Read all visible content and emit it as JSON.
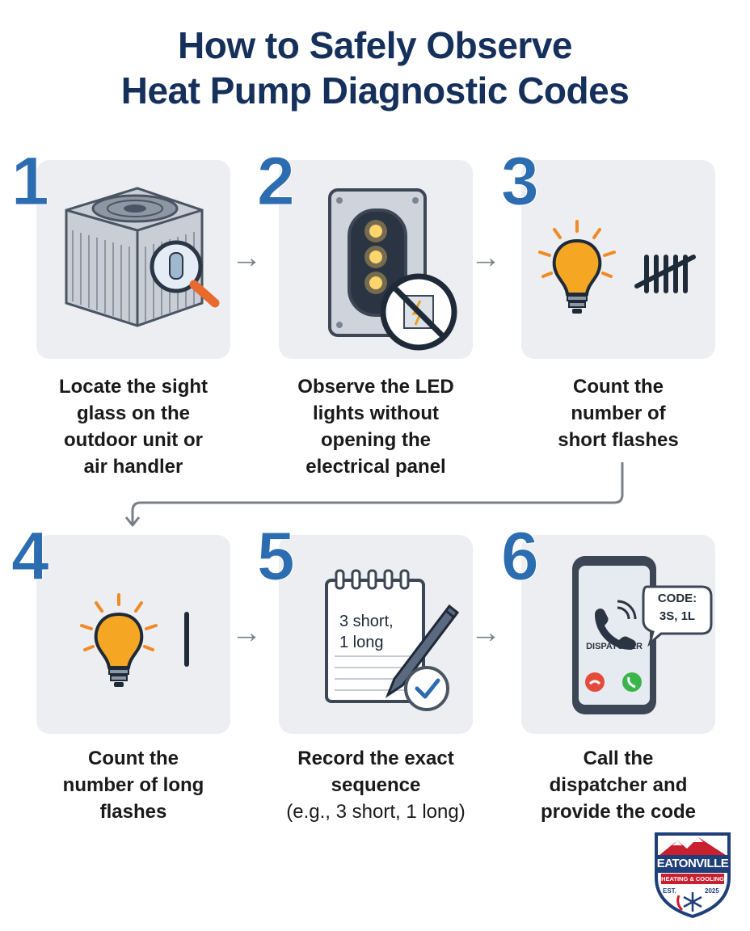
{
  "title": {
    "line1": "How to Safely Observe",
    "line2": "Heat Pump Diagnostic Codes"
  },
  "steps": [
    {
      "number": "1",
      "caption": [
        "Locate the sight",
        "glass on the",
        "outdoor unit or",
        "air handler"
      ],
      "icon": "outdoor-unit-magnifier-icon"
    },
    {
      "number": "2",
      "caption": [
        "Observe the LED",
        "lights without",
        "opening the",
        "electrical panel"
      ],
      "icon": "led-panel-no-open-icon"
    },
    {
      "number": "3",
      "caption": [
        "Count the",
        "number of",
        "short flashes"
      ],
      "icon": "bulb-tally-icon"
    },
    {
      "number": "4",
      "caption": [
        "Count the",
        "number of long",
        "flashes"
      ],
      "icon": "bulb-long-flash-icon"
    },
    {
      "number": "5",
      "caption": [
        "Record the exact",
        "sequence"
      ],
      "caption_sub": "(e.g., 3 short, 1 long)",
      "icon": "notepad-pen-check-icon",
      "note_lines": [
        "3 short,",
        "1 long"
      ]
    },
    {
      "number": "6",
      "caption": [
        "Call the",
        "dispatcher and",
        "provide the code"
      ],
      "icon": "phone-call-icon",
      "bubble_lines": [
        "CODE:",
        "3S, 1L"
      ],
      "phone_label": "DISPATCHER"
    }
  ],
  "logo": {
    "name": "EATONVILLE",
    "tagline": "HEATING & COOLING",
    "est_label": "EST.",
    "year": "2025"
  },
  "colors": {
    "title": "#16305c",
    "step_number": "#2c6cb0",
    "card_bg": "#eceef2",
    "arrow": "#7a7f88",
    "bulb": "#f5a623",
    "logo_red": "#c8202f",
    "logo_blue": "#1f3f7a"
  }
}
